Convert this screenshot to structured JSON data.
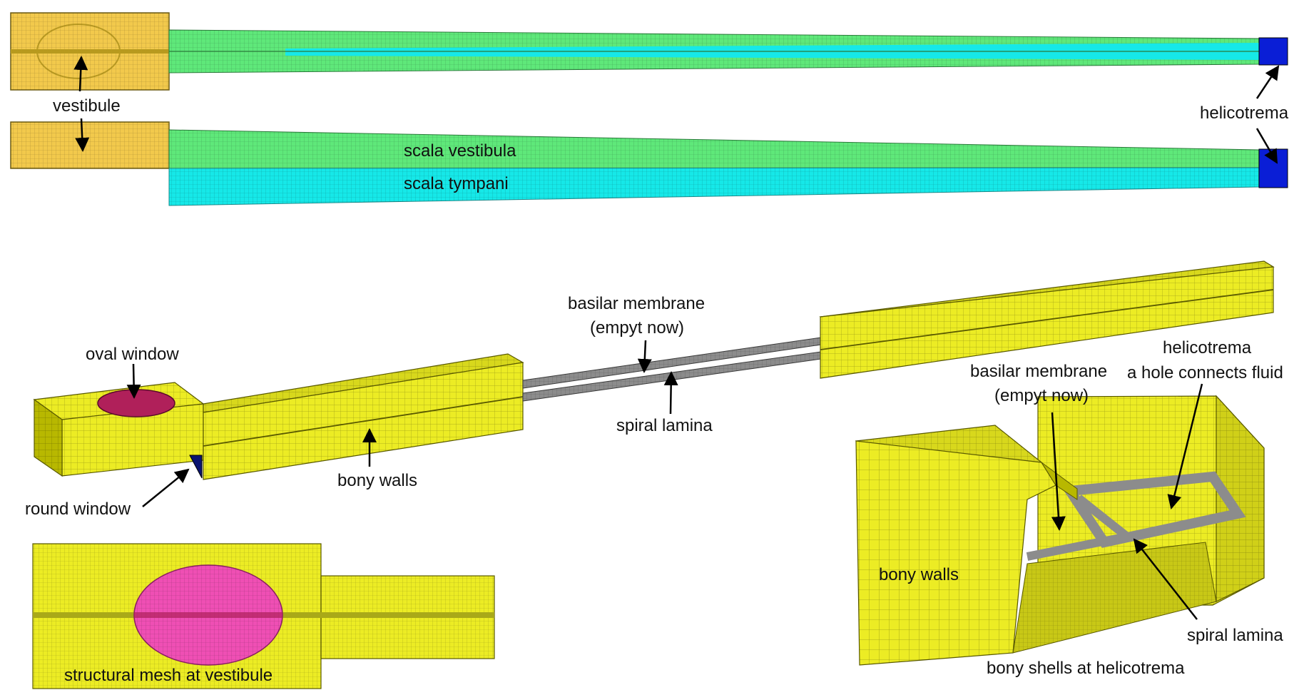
{
  "colors": {
    "vestibule": "#f2c94c",
    "scala_vestibula": "#5fe87a",
    "scala_tympani": "#16e8e8",
    "helicotrema": "#0a1ed6",
    "bony": "#ecec24",
    "bony_dark": "#b8b800",
    "window": "#b0205a",
    "window_mesh": "#ef4fb4",
    "lamina": "#8c8c8c",
    "round_window": "#0a1470"
  },
  "labels": {
    "vestibule": "vestibule",
    "helicotrema_top": "helicotrema",
    "scala_vestibula": "scala vestibula",
    "scala_tympani": "scala tympani",
    "basilar_membrane_1": "basilar membrane",
    "basilar_membrane_1b": "(empyt now)",
    "spiral_lamina_1": "spiral lamina",
    "oval_window": "oval window",
    "bony_walls_1": "bony walls",
    "round_window": "round window",
    "structural_mesh": "structural mesh at vestibule",
    "basilar_membrane_2": "basilar membrane",
    "basilar_membrane_2b": "(empyt now)",
    "helicotrema_2": "helicotrema",
    "helicotrema_2b": "a hole connects fluid",
    "bony_walls_2": "bony walls",
    "spiral_lamina_2": "spiral lamina",
    "bony_shells": "bony shells at helicotrema"
  }
}
